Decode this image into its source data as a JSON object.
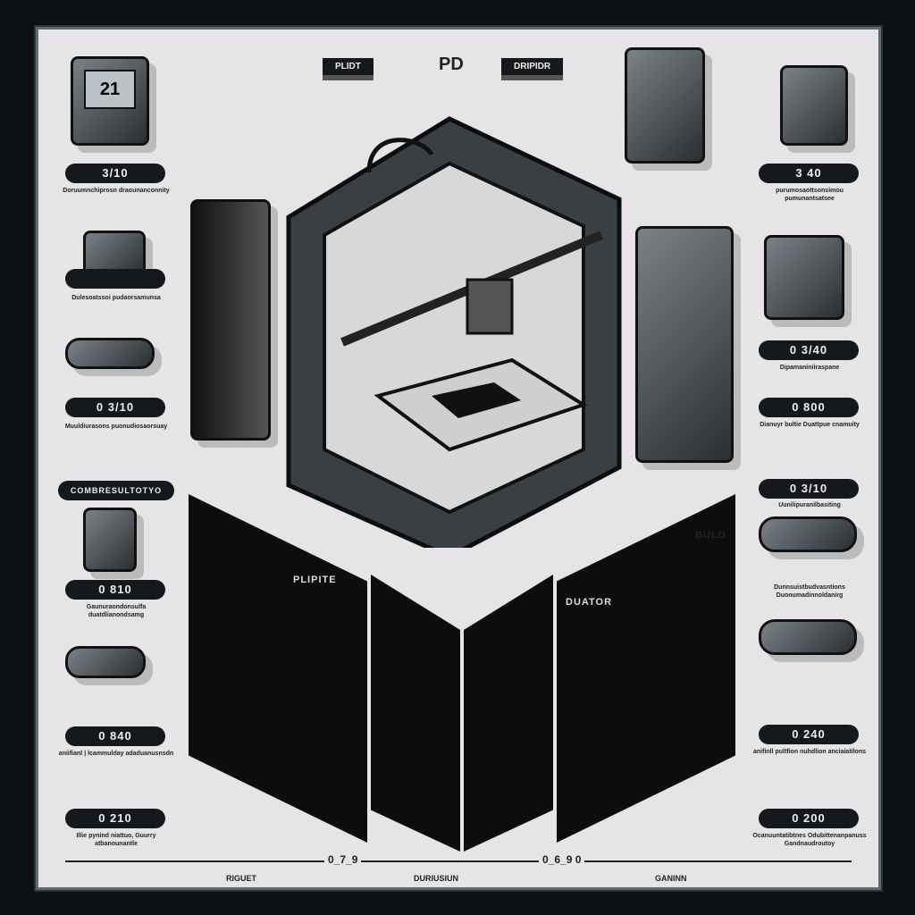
{
  "header": {
    "left_tag": "PLIDT",
    "logo": "PD",
    "right_tag": "DRIPIDR"
  },
  "left_labels": [
    {
      "value": "3/10",
      "caption": "Doruumnchiprosn draounanconnity"
    },
    {
      "value": "",
      "caption": "Dulesoatssoi pudaorsamunsa"
    },
    {
      "value": "0 3/10",
      "caption": "Muuldiurasons puonudiosaorsuay"
    },
    {
      "value": "COMBRESULTOTYO",
      "caption": ""
    },
    {
      "value": "0 810",
      "caption": "Gaunuraondonsulfa duatdlianondsamg"
    },
    {
      "value": "0 840",
      "caption": "aniifianl | lcammulday adaduanusnsdn"
    },
    {
      "value": "0 210",
      "caption": "Illie pynind niattuo, Guurry atbanounantle"
    }
  ],
  "right_labels": [
    {
      "value": "3 40",
      "caption": "purumosaottsonsimou pumunantsatsee"
    },
    {
      "value": "0 3/40",
      "caption": "Dipamaniniiraspane"
    },
    {
      "value": "0 800",
      "caption": "Dianuyr bultie Duattpue cnamuity"
    },
    {
      "value": "0 3/10",
      "caption": "Uunilipuranilbasiting"
    },
    {
      "value": "",
      "caption": "Dunnsuistbudvasntions Duonumadinnoldanirg"
    },
    {
      "value": "0 240",
      "caption": "anifinll pultfion nuhdlion anciaiatilons"
    },
    {
      "value": "0 200",
      "caption": "Ocanuuntatibtnes Odubittenanpanuss Gandnaudroutoy"
    }
  ],
  "folds": {
    "left": "PLIPITE",
    "right": "DUATOR",
    "build": "BULD"
  },
  "bottom": {
    "labels": [
      "RIGUET",
      "DURIUSIUN",
      "GANINN"
    ],
    "values": [
      "0_7_9",
      "0_6_9 0"
    ]
  },
  "printer": {
    "screen": "21"
  }
}
